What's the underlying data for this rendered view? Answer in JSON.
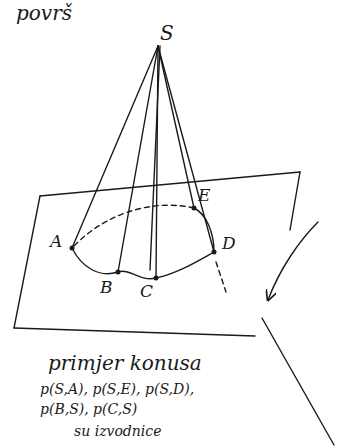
{
  "diagram": {
    "labels": [
      "površ",
      "S",
      "A",
      "B",
      "C",
      "D",
      "E",
      "primjer konusa",
      "p(S,A), p(S,E), p(S,D),",
      "p(B,S), p(C,S)",
      "su izvodnice"
    ]
  }
}
